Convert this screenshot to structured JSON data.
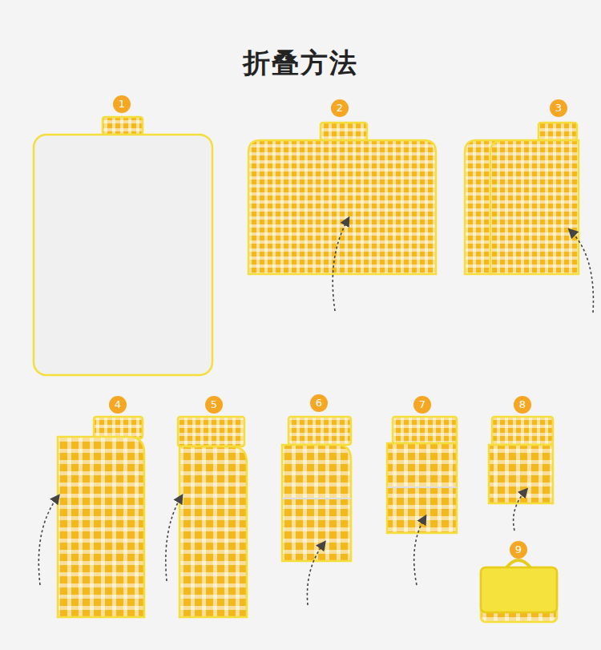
{
  "diagram": {
    "title": "折叠方法",
    "labels": [
      "1",
      "2",
      "3",
      "4",
      "5",
      "6",
      "7",
      "8",
      "9"
    ]
  }
}
